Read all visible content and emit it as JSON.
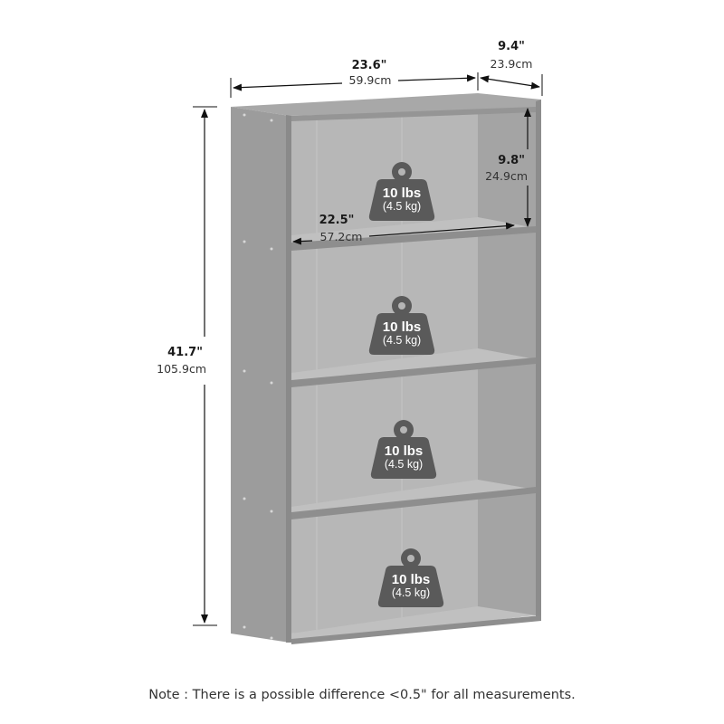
{
  "diagram": {
    "subject": "4-tier bookcase dimensions",
    "dimensions": {
      "width": {
        "in": "23.6\"",
        "cm": "59.9cm"
      },
      "depth": {
        "in": "9.4\"",
        "cm": "23.9cm"
      },
      "height": {
        "in": "41.7\"",
        "cm": "105.9cm"
      },
      "shelf_height": {
        "in": "9.8\"",
        "cm": "24.9cm"
      },
      "shelf_width": {
        "in": "22.5\"",
        "cm": "57.2cm"
      }
    },
    "shelves": [
      {
        "load": "10 lbs",
        "load_metric": "(4.5 kg)"
      },
      {
        "load": "10 lbs",
        "load_metric": "(4.5 kg)"
      },
      {
        "load": "10 lbs",
        "load_metric": "(4.5 kg)"
      },
      {
        "load": "10 lbs",
        "load_metric": "(4.5 kg)"
      }
    ],
    "note": "Note : There is a possible difference <0.5\" for all measurements.",
    "colors": {
      "background": "#ffffff",
      "side_panel": "#9a9a9a",
      "back_panel": "#b5b5b5",
      "shelf_top": "#bdbdbd",
      "shelf_edge": "#8e8e8e",
      "weight_icon": "#5a5a5a",
      "dimension_line": "#111111"
    }
  }
}
